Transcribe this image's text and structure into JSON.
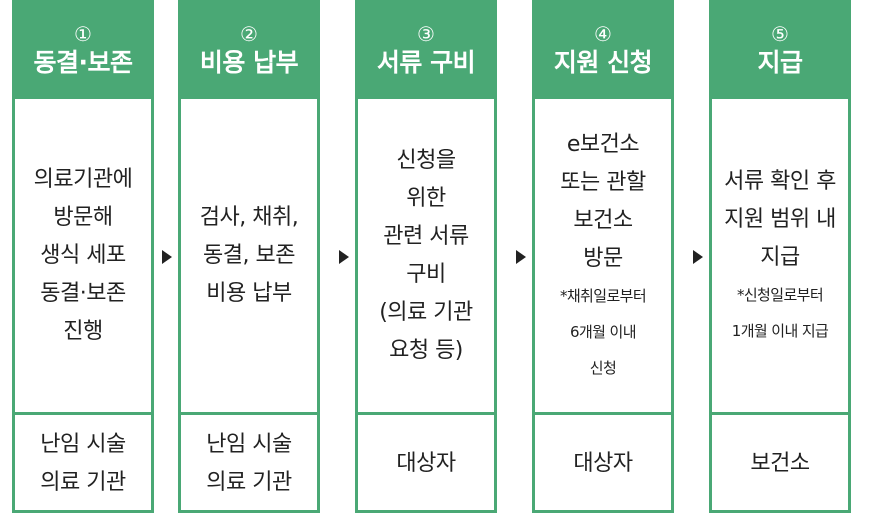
{
  "steps": [
    {
      "number": "①",
      "title": "동결·보존",
      "description": [
        "의료기관에",
        "방문해",
        "생식 세포",
        "동결·보존",
        "진행"
      ],
      "note": [],
      "party": [
        "난임 시술",
        "의료 기관"
      ]
    },
    {
      "number": "②",
      "title": "비용 납부",
      "description": [
        "검사, 채취,",
        "동결, 보존",
        "비용 납부"
      ],
      "note": [],
      "party": [
        "난임 시술",
        "의료 기관"
      ]
    },
    {
      "number": "③",
      "title": "서류 구비",
      "description": [
        "신청을",
        "위한",
        "관련 서류",
        "구비",
        "(의료 기관",
        "요청 등)"
      ],
      "note": [],
      "party": [
        "대상자"
      ]
    },
    {
      "number": "④",
      "title": "지원 신청",
      "description": [
        "e보건소",
        "또는 관할",
        "보건소",
        "방문"
      ],
      "note": [
        "*채취일로부터",
        "6개월 이내",
        "신청"
      ],
      "party": [
        "대상자"
      ]
    },
    {
      "number": "⑤",
      "title": "지급",
      "description": [
        "서류 확인 후",
        "지원 범위 내",
        "지급"
      ],
      "note": [
        "*신청일로부터",
        "1개월 이내 지급"
      ],
      "party": [
        "보건소"
      ]
    }
  ]
}
